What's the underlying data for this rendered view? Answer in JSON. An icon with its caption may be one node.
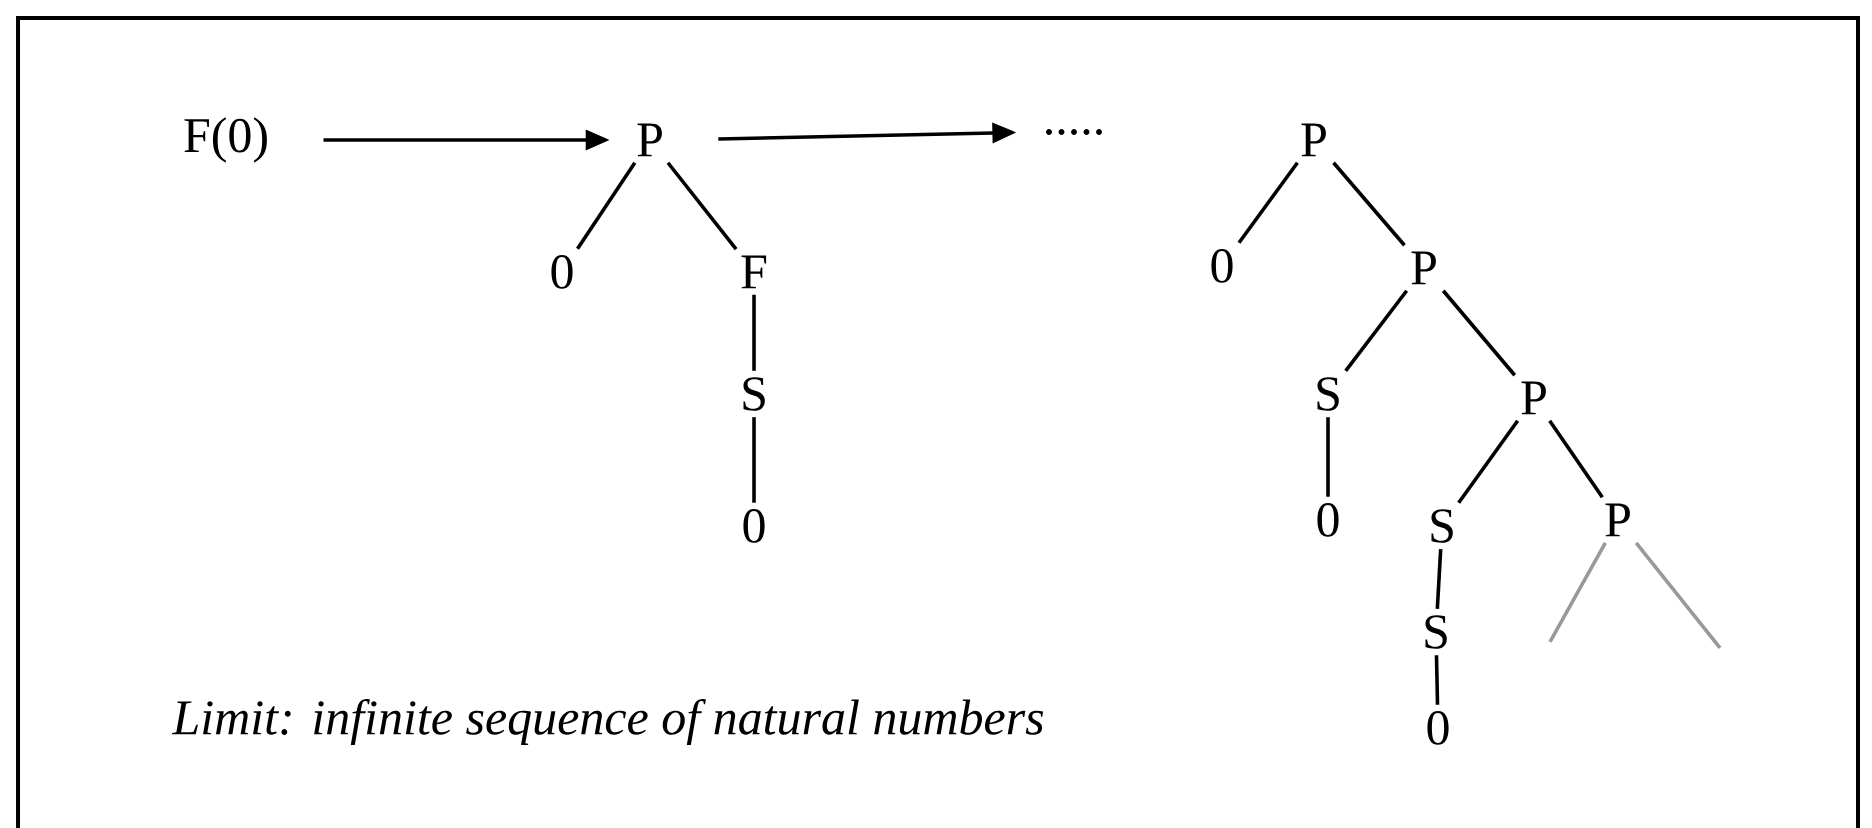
{
  "diagram": {
    "nodes": [
      {
        "text": [
          "F(0)"
        ]
      },
      {
        "text": [
          "P"
        ]
      },
      {
        "text": [
          "0"
        ]
      },
      {
        "text": [
          "F"
        ]
      },
      {
        "text": [
          "S"
        ]
      },
      {
        "text": [
          "0"
        ]
      },
      {
        "text": [
          "....."
        ]
      },
      {
        "text": [
          "P"
        ]
      },
      {
        "text": [
          "0"
        ]
      },
      {
        "text": [
          "P"
        ]
      },
      {
        "text": [
          "S"
        ]
      },
      {
        "text": [
          "P"
        ]
      },
      {
        "text": [
          "0"
        ]
      },
      {
        "text": [
          "S"
        ]
      },
      {
        "text": [
          "P"
        ]
      },
      {
        "text": [
          "S"
        ]
      },
      {
        "text": [
          "0"
        ]
      }
    ],
    "edges": [
      {
        "from": 0,
        "to": 1,
        "arrow": "to"
      },
      {
        "from": 1,
        "to": 6,
        "arrow": "to"
      },
      {
        "from": 1,
        "to": 2,
        "arrow": "none"
      },
      {
        "from": 1,
        "to": 3,
        "arrow": "none"
      },
      {
        "from": 3,
        "to": 4,
        "arrow": "none"
      },
      {
        "from": 4,
        "to": 5,
        "arrow": "none"
      },
      {
        "from": 7,
        "to": 8,
        "arrow": "none"
      },
      {
        "from": 7,
        "to": 9,
        "arrow": "none"
      },
      {
        "from": 9,
        "to": 10,
        "arrow": "none"
      },
      {
        "from": 9,
        "to": 11,
        "arrow": "none"
      },
      {
        "from": 10,
        "to": 12,
        "arrow": "none"
      },
      {
        "from": 11,
        "to": 13,
        "arrow": "none"
      },
      {
        "from": 11,
        "to": 14,
        "arrow": "none"
      },
      {
        "from": 13,
        "to": 15,
        "arrow": "none"
      },
      {
        "from": 15,
        "to": 16,
        "arrow": "none"
      },
      {
        "from": 14,
        "to": null,
        "arrow": "none",
        "color": "#999999"
      },
      {
        "from": 14,
        "to": null,
        "arrow": "none",
        "color": "#999999"
      }
    ],
    "labels": [
      "*Limit: infinite sequence of natural numbers*"
    ]
  }
}
